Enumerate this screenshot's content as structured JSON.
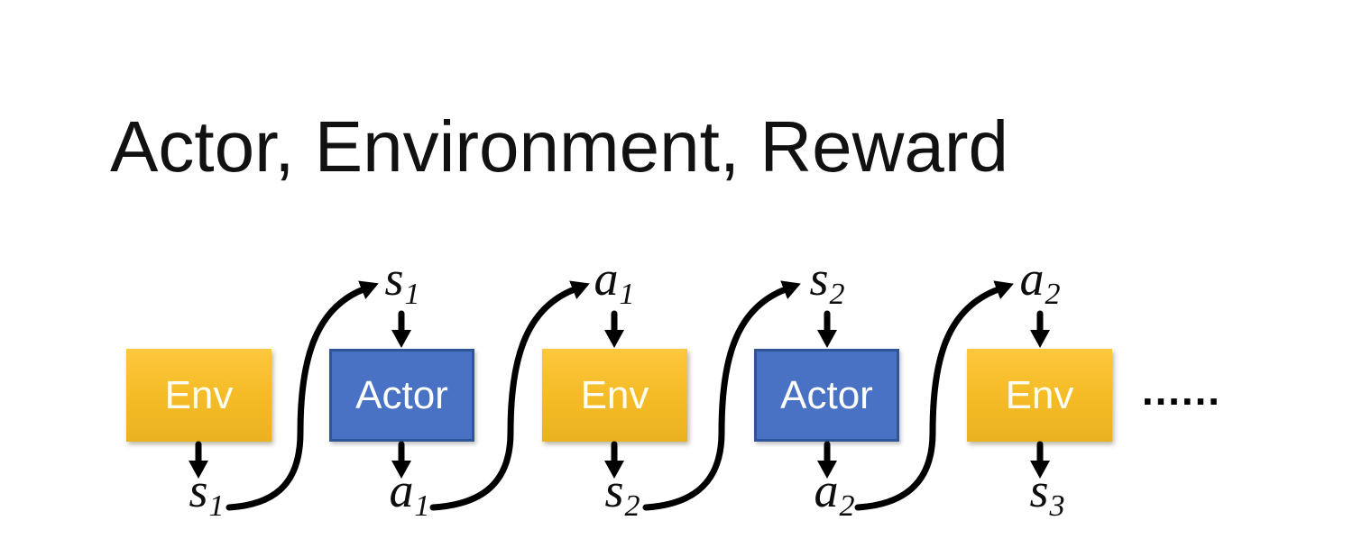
{
  "slide": {
    "title": "Actor, Environment, Reward",
    "boxes": [
      {
        "label": "Env"
      },
      {
        "label": "Actor"
      },
      {
        "label": "Env"
      },
      {
        "label": "Actor"
      },
      {
        "label": "Env"
      }
    ],
    "top_labels": [
      {
        "base": "s",
        "sub": "1"
      },
      {
        "base": "a",
        "sub": "1"
      },
      {
        "base": "s",
        "sub": "2"
      },
      {
        "base": "a",
        "sub": "2"
      }
    ],
    "bottom_labels": [
      {
        "base": "s",
        "sub": "1"
      },
      {
        "base": "a",
        "sub": "1"
      },
      {
        "base": "s",
        "sub": "2"
      },
      {
        "base": "a",
        "sub": "2"
      },
      {
        "base": "s",
        "sub": "3"
      }
    ],
    "ellipsis": "……",
    "colors": {
      "background": "#FFFFFF",
      "title_text": "#111111",
      "env_fill_top": "#FEC83E",
      "env_fill_bottom": "#EAB21E",
      "env_text": "#FFFEF2",
      "actor_fill": "#4A72C4",
      "actor_border": "#2F5597",
      "actor_text": "#FFFFFF",
      "arrow": "#000000"
    }
  }
}
